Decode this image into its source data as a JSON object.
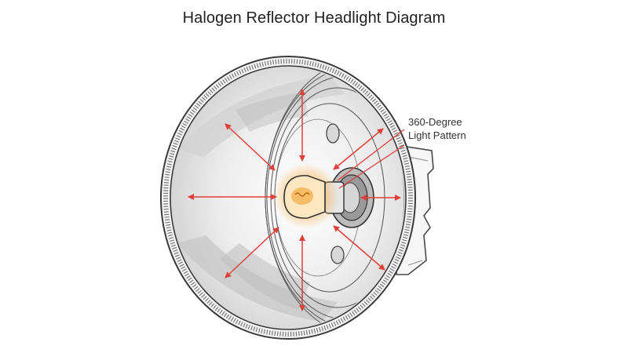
{
  "diagram": {
    "title": "Halogen Reflector Headlight Diagram",
    "callout": {
      "line1": "360-Degree",
      "line2": "Light Pattern"
    }
  },
  "colors": {
    "arrow": "#e0403a",
    "outline": "#4a4a4a",
    "bulb_glow": "#f5b456",
    "reflector_light": "#f2f2f2",
    "reflector_dark": "#c9c9c9"
  },
  "icons": {
    "headlight": "headlight-reflector-icon",
    "bulb": "halogen-bulb-icon",
    "light_arrows": "double-headed-arrow-icon"
  }
}
